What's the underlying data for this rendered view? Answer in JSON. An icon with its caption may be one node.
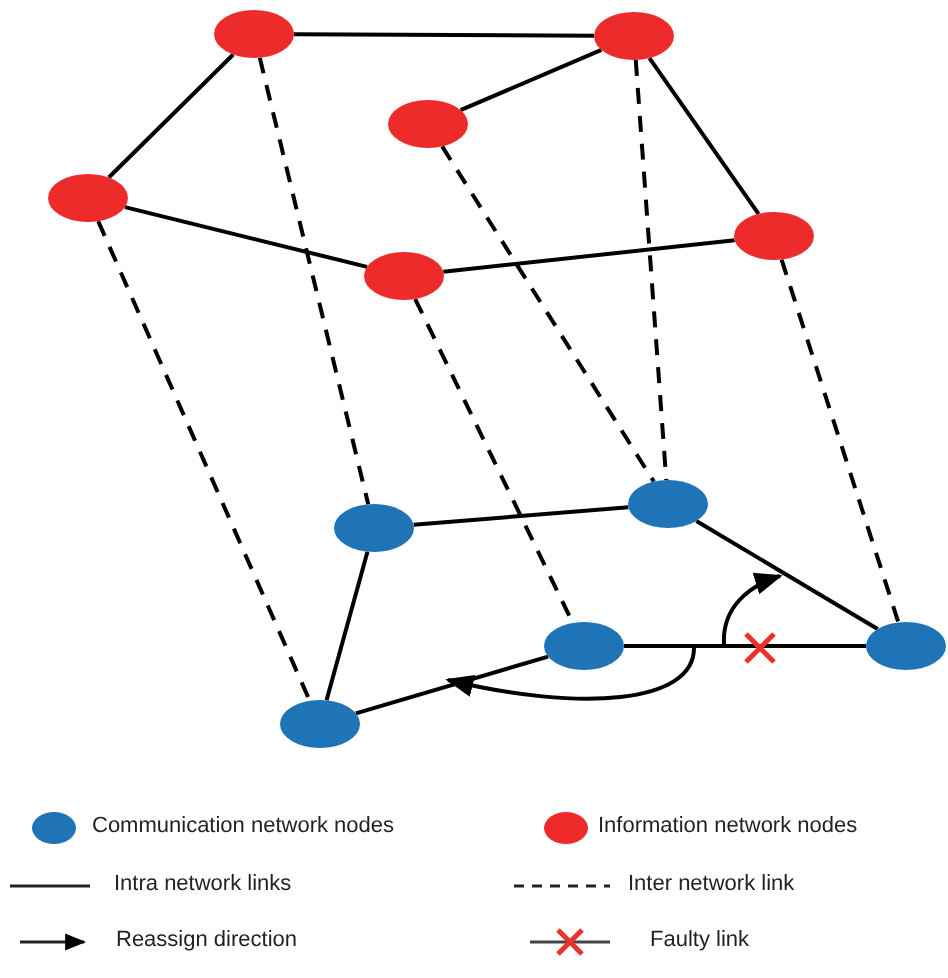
{
  "diagram": {
    "nodes": [
      {
        "text": [],
        "shape": "circle"
      },
      {
        "text": [],
        "shape": "circle"
      },
      {
        "text": [],
        "shape": "circle"
      },
      {
        "text": [],
        "shape": "circle"
      },
      {
        "text": [],
        "shape": "circle"
      },
      {
        "text": [],
        "shape": "circle"
      },
      {
        "text": [],
        "shape": "circle"
      },
      {
        "text": [],
        "shape": "circle"
      },
      {
        "text": [],
        "shape": "circle"
      },
      {
        "text": [],
        "shape": "circle"
      },
      {
        "text": [],
        "shape": "circle"
      }
    ],
    "edges": [
      {
        "from": 0,
        "to": 1,
        "arrow": "none"
      },
      {
        "from": 1,
        "to": 2,
        "arrow": "none"
      },
      {
        "from": 1,
        "to": 5,
        "arrow": "none"
      },
      {
        "from": 0,
        "to": 3,
        "arrow": "none"
      },
      {
        "from": 3,
        "to": 4,
        "arrow": "none"
      },
      {
        "from": 4,
        "to": 5,
        "arrow": "none"
      },
      {
        "from": 0,
        "to": 6,
        "arrow": "none",
        "style": "dashed"
      },
      {
        "from": 3,
        "to": 10,
        "arrow": "none",
        "style": "dashed"
      },
      {
        "from": 4,
        "to": 8,
        "arrow": "none",
        "style": "dashed"
      },
      {
        "from": 2,
        "to": 7,
        "arrow": "none",
        "style": "dashed"
      },
      {
        "from": 1,
        "to": 7,
        "arrow": "none",
        "style": "dashed"
      },
      {
        "from": 5,
        "to": 9,
        "arrow": "none",
        "style": "dashed"
      },
      {
        "from": 6,
        "to": 7,
        "arrow": "none"
      },
      {
        "from": 6,
        "to": 10,
        "arrow": "none"
      },
      {
        "from": 10,
        "to": 8,
        "arrow": "none"
      },
      {
        "from": 8,
        "to": 9,
        "arrow": "none"
      },
      {
        "from": 7,
        "to": 9,
        "arrow": "none"
      }
    ],
    "legend": [
      {
        "text": "Communication network nodes",
        "color": "#1f73b7"
      },
      {
        "text": "Information network nodes",
        "color": "#ee2b2b"
      },
      {
        "text": "Intra network links"
      },
      {
        "text": "Inter network link"
      },
      {
        "text": "Reassign direction"
      },
      {
        "text": "Faulty link"
      }
    ]
  }
}
